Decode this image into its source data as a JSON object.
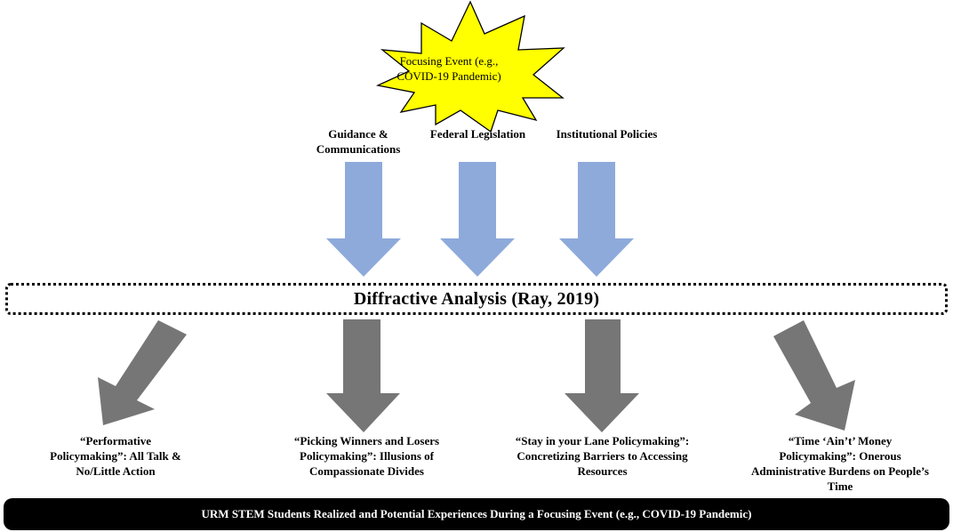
{
  "focusing_event": {
    "line1": "Focusing Event (e.g.,",
    "line2": "COVID-19 Pandemic)",
    "color": "#ffff00"
  },
  "sources": [
    {
      "line1": "Guidance &",
      "line2": "Communications"
    },
    {
      "line1": "Federal Legislation",
      "line2": ""
    },
    {
      "line1": "Institutional Policies",
      "line2": ""
    }
  ],
  "analysis": {
    "label": "Diffractive Analysis (Ray, 2019)"
  },
  "outcomes": [
    {
      "lines": [
        "“Performative",
        "Policymaking”: All Talk &",
        "No/Little Action"
      ]
    },
    {
      "lines": [
        "“Picking Winners and Losers",
        "Policymaking”: Illusions of",
        "Compassionate Divides"
      ]
    },
    {
      "lines": [
        "“Stay in your Lane Policymaking”:",
        "Concretizing Barriers to Accessing",
        "Resources"
      ]
    },
    {
      "lines": [
        "“Time ‘Ain’t’ Money",
        "Policymaking”: Onerous",
        "Administrative Burdens on People’s",
        "Time"
      ]
    }
  ],
  "footer": {
    "label": "URM STEM Students Realized and Potential Experiences During a Focusing Event (e.g., COVID-19 Pandemic)"
  },
  "colors": {
    "input_arrow": "#8eaadb",
    "output_arrow": "#767676",
    "burst": "#ffff00"
  }
}
